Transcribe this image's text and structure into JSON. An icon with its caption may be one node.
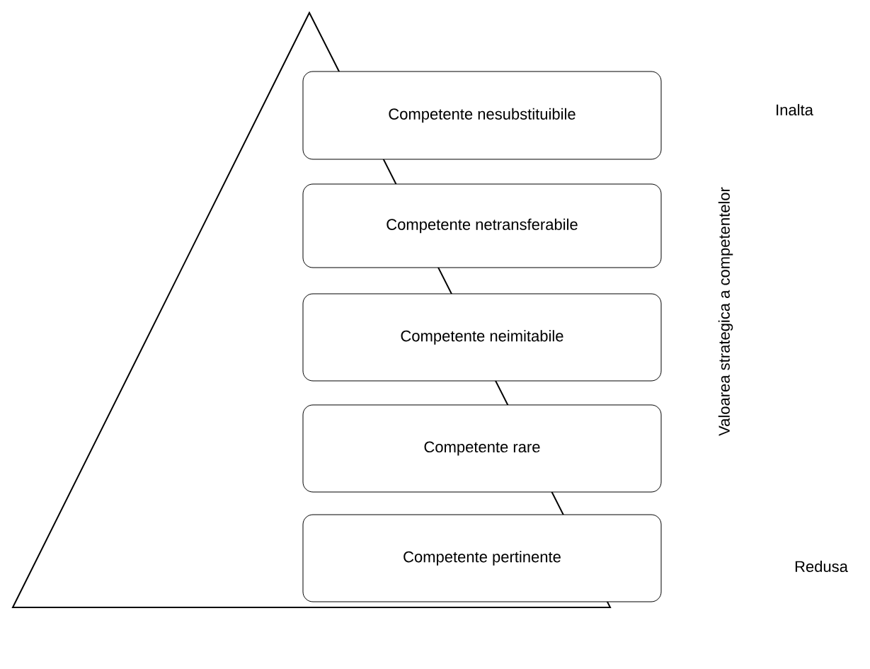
{
  "diagram": {
    "nodes": [
      {
        "text": [
          "Competente nesubstituibile"
        ]
      },
      {
        "text": [
          "Competente netransferabile"
        ]
      },
      {
        "text": [
          "Competente neimitabile"
        ]
      },
      {
        "text": [
          "Competente rare"
        ]
      },
      {
        "text": [
          "Competente pertinente"
        ]
      }
    ],
    "labels": [
      "Valoarea strategica a competentelor",
      "Inalta",
      "Redusa"
    ]
  }
}
